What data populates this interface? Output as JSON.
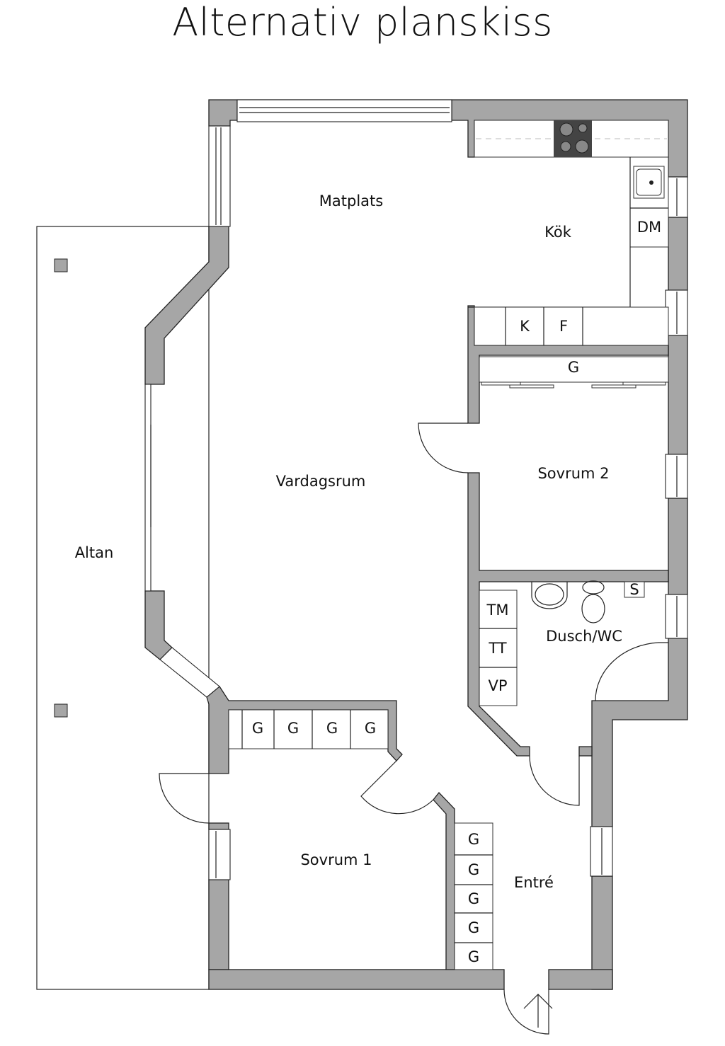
{
  "title": "Alternativ planskiss",
  "rooms": {
    "matplats": "Matplats",
    "kok": "Kök",
    "vardagsrum": "Vardagsrum",
    "sovrum2": "Sovrum 2",
    "altan": "Altan",
    "dusch_wc": "Dusch/WC",
    "sovrum1": "Sovrum 1",
    "entre": "Entré"
  },
  "fixtures": {
    "dishwasher": "DM",
    "fridge": "K",
    "freezer": "F",
    "wardrobe": "G",
    "washer": "TM",
    "dryer": "TT",
    "water_heater": "VP",
    "cabinet": "S"
  },
  "colors": {
    "wall": "#a6a6a6",
    "line": "#222222",
    "stove": "#444444"
  }
}
